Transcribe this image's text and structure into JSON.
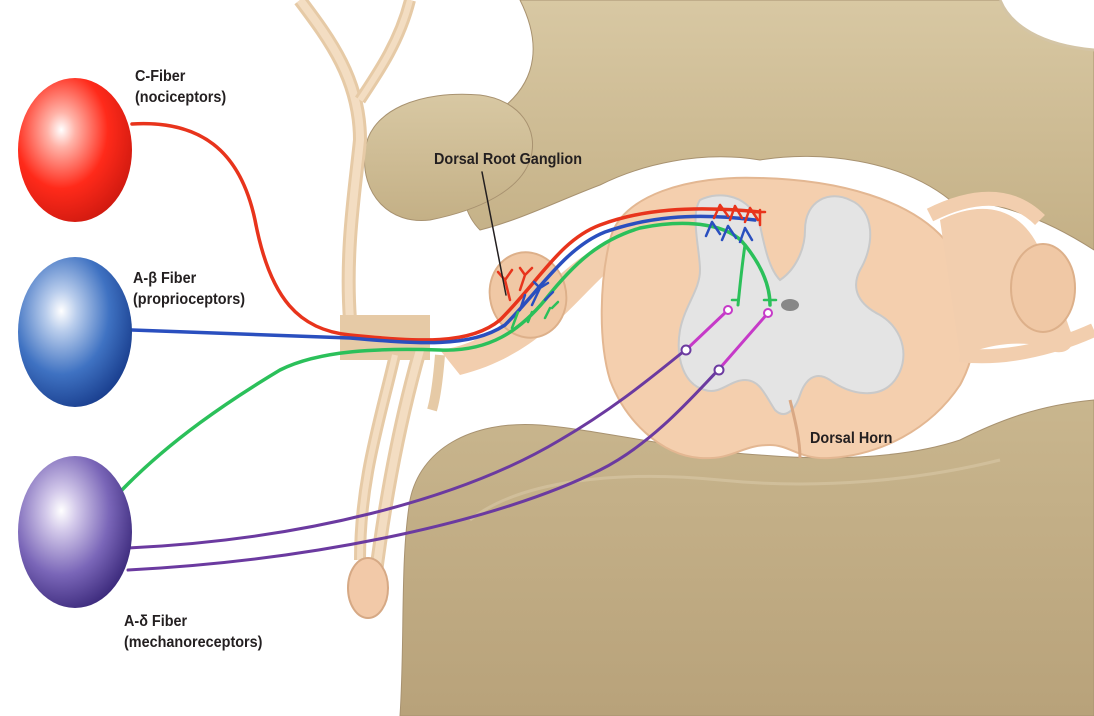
{
  "labels": {
    "c_fiber": {
      "name": "C-Fiber",
      "sub": "(nociceptors)"
    },
    "a_beta": {
      "name": "A-β Fiber",
      "sub": "(proprioceptors)"
    },
    "a_delta": {
      "name": "A-δ Fiber",
      "sub": "(mechanoreceptors)"
    },
    "drg": "Dorsal Root Ganglion",
    "dorsal_horn": "Dorsal Horn"
  },
  "colors": {
    "c_fiber": "#e8341c",
    "a_beta": "#2a4fbf",
    "a_delta": "#6b3aa0",
    "green_fiber": "#2bc05a",
    "magenta_fiber": "#c63ac8",
    "bone": "#cdbb95",
    "tissue": "#f3cfb0",
    "grey_matter": "#e6e6e6"
  }
}
